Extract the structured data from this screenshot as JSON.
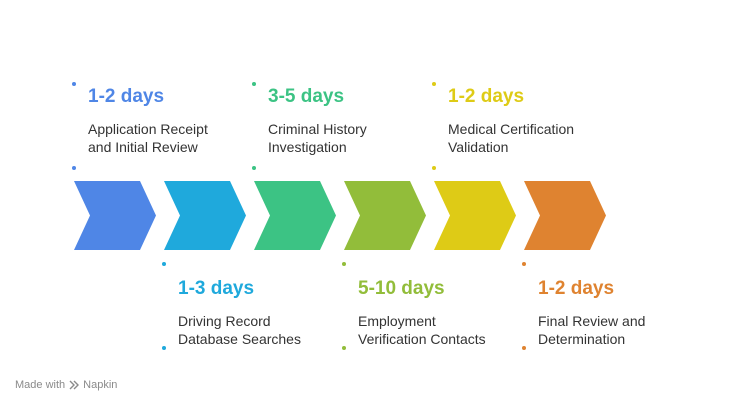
{
  "steps": [
    {
      "duration": "1-2 days",
      "line1": "Application Receipt",
      "line2": "and Initial Review",
      "color": "#4F86E6",
      "position": "top"
    },
    {
      "duration": "1-3 days",
      "line1": "Driving Record",
      "line2": "Database Searches",
      "color": "#1FA9DC",
      "position": "bottom"
    },
    {
      "duration": "3-5 days",
      "line1": "Criminal History",
      "line2": "Investigation",
      "color": "#3CC384",
      "position": "top"
    },
    {
      "duration": "5-10 days",
      "line1": "Employment",
      "line2": "Verification Contacts",
      "color": "#92BD3A",
      "position": "bottom"
    },
    {
      "duration": "1-2 days",
      "line1": "Medical Certification",
      "line2": "Validation",
      "color": "#DECB16",
      "position": "top"
    },
    {
      "duration": "1-2 days",
      "line1": "Final Review and",
      "line2": "Determination",
      "color": "#DF8330",
      "position": "bottom"
    }
  ],
  "footer": {
    "made_with": "Made with",
    "brand": "Napkin"
  }
}
